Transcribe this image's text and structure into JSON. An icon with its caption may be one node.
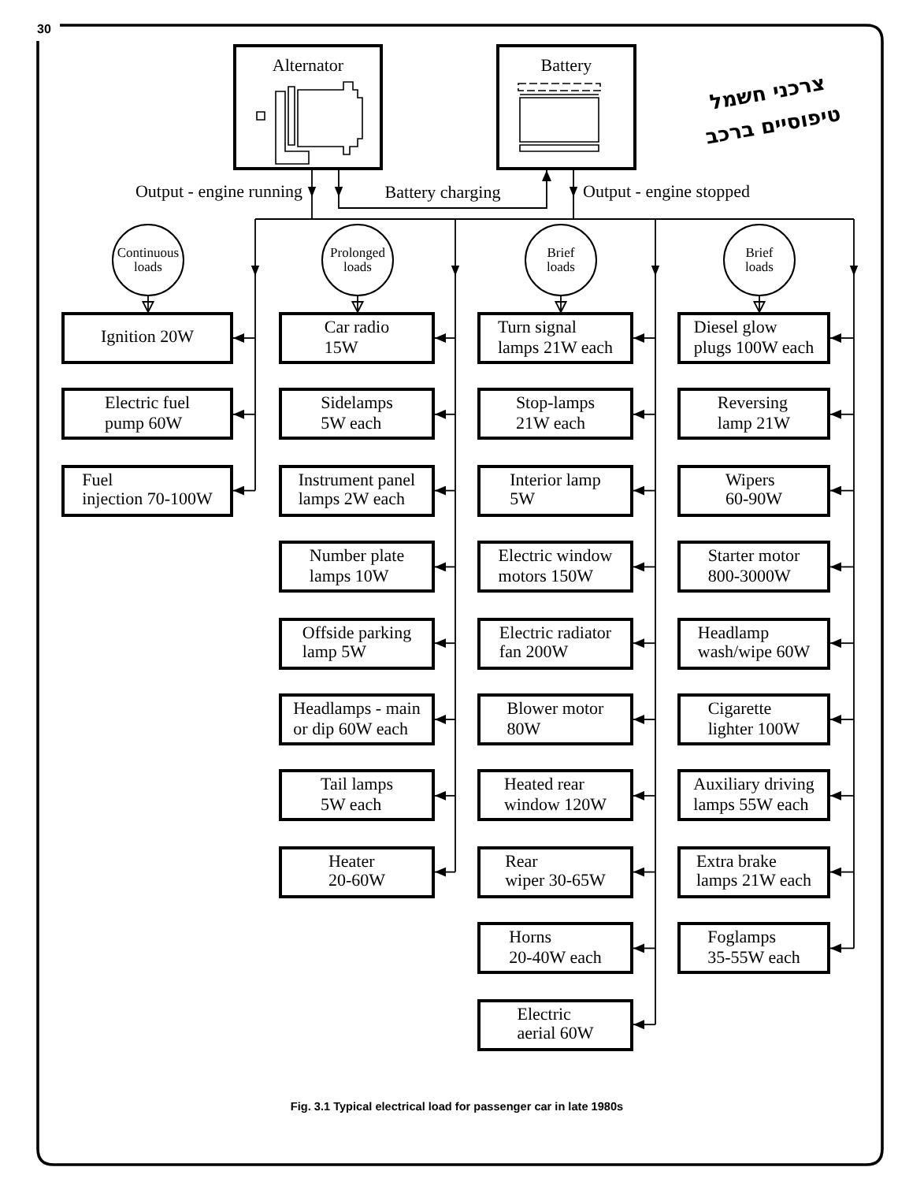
{
  "diagram": {
    "title": "צרכני חשמל טיפוסיים ברכב",
    "caption": "Fig. 3.1 Typical electrical load for passenger car in late 1980s",
    "nodes": [
      {
        "text": [
          "Alternator"
        ]
      },
      {
        "text": [
          "Battery"
        ]
      },
      {
        "text": [
          "Continuous loads"
        ]
      },
      {
        "text": [
          "Prolonged loads"
        ]
      },
      {
        "text": [
          "Brief loads"
        ]
      },
      {
        "text": [
          "Brief loads"
        ]
      },
      {
        "text": [
          "Ignition 20W"
        ]
      },
      {
        "text": [
          "Electric fuel pump 60W"
        ]
      },
      {
        "text": [
          "Fuel injection 70-100W"
        ]
      },
      {
        "text": [
          "Car radio 15W"
        ]
      },
      {
        "text": [
          "Sidelamps 5W each"
        ]
      },
      {
        "text": [
          "Instrument panel lamps 2W each"
        ]
      },
      {
        "text": [
          "Number plate lamps 10W"
        ]
      },
      {
        "text": [
          "Offside parking lamp 5W"
        ]
      },
      {
        "text": [
          "Headlamps - main or dip 60W each"
        ]
      },
      {
        "text": [
          "Tail lamps 5W each"
        ]
      },
      {
        "text": [
          "Heater 20-60W"
        ]
      },
      {
        "text": [
          "Turn signal lamps 21W each"
        ]
      },
      {
        "text": [
          "Stop-lamps 21W each"
        ]
      },
      {
        "text": [
          "Interior lamp 5W"
        ]
      },
      {
        "text": [
          "Electric window motors 150W"
        ]
      },
      {
        "text": [
          "Electric radiator fan 200W"
        ]
      },
      {
        "text": [
          "Blower motor 80W"
        ]
      },
      {
        "text": [
          "Heated rear window 120W"
        ]
      },
      {
        "text": [
          "Rear wiper 30-65W"
        ]
      },
      {
        "text": [
          "Horns 20-40W each"
        ]
      },
      {
        "text": [
          "Electric aerial 60W"
        ]
      },
      {
        "text": [
          "Diesel glow plugs 100W each"
        ]
      },
      {
        "text": [
          "Reversing lamp 21W"
        ]
      },
      {
        "text": [
          "Wipers 60-90W"
        ]
      },
      {
        "text": [
          "Starter motor 800-3000W"
        ]
      },
      {
        "text": [
          "Headlamp wash/wipe 60W"
        ]
      },
      {
        "text": [
          "Cigarette lighter 100W"
        ]
      },
      {
        "text": [
          "Auxiliary driving lamps 55W each"
        ]
      },
      {
        "text": [
          "Extra brake lamps 21W each"
        ]
      },
      {
        "text": [
          "Foglamps 35-55W each"
        ]
      }
    ],
    "edges": [
      {
        "from": 0,
        "to": 1,
        "arrow": "to",
        "label": "Battery charging"
      },
      {
        "from": 0,
        "to": 6,
        "arrow": "to"
      },
      {
        "from": 0,
        "to": 7,
        "arrow": "to"
      },
      {
        "from": 0,
        "to": 8,
        "arrow": "to"
      },
      {
        "from": 0,
        "to": 9,
        "arrow": "to"
      },
      {
        "from": 0,
        "to": 10,
        "arrow": "to"
      },
      {
        "from": 0,
        "to": 11,
        "arrow": "to"
      },
      {
        "from": 0,
        "to": 12,
        "arrow": "to"
      },
      {
        "from": 0,
        "to": 13,
        "arrow": "to"
      },
      {
        "from": 0,
        "to": 14,
        "arrow": "to"
      },
      {
        "from": 0,
        "to": 15,
        "arrow": "to"
      },
      {
        "from": 0,
        "to": 16,
        "arrow": "to"
      },
      {
        "from": 0,
        "to": 17,
        "arrow": "to"
      },
      {
        "from": 0,
        "to": 18,
        "arrow": "to"
      },
      {
        "from": 0,
        "to": 19,
        "arrow": "to"
      },
      {
        "from": 0,
        "to": 20,
        "arrow": "to"
      },
      {
        "from": 0,
        "to": 21,
        "arrow": "to"
      },
      {
        "from": 0,
        "to": 22,
        "arrow": "to"
      },
      {
        "from": 0,
        "to": 23,
        "arrow": "to"
      },
      {
        "from": 0,
        "to": 24,
        "arrow": "to"
      },
      {
        "from": 0,
        "to": 25,
        "arrow": "to"
      },
      {
        "from": 0,
        "to": 26,
        "arrow": "to"
      },
      {
        "from": 0,
        "to": 27,
        "arrow": "to"
      },
      {
        "from": 0,
        "to": 28,
        "arrow": "to"
      },
      {
        "from": 0,
        "to": 29,
        "arrow": "to"
      },
      {
        "from": 0,
        "to": 30,
        "arrow": "to"
      },
      {
        "from": 0,
        "to": 31,
        "arrow": "to"
      },
      {
        "from": 0,
        "to": 32,
        "arrow": "to"
      },
      {
        "from": 0,
        "to": 33,
        "arrow": "to"
      },
      {
        "from": 0,
        "to": 34,
        "arrow": "to"
      },
      {
        "from": 0,
        "to": 35,
        "arrow": "to"
      },
      {
        "from": 1,
        "to": 6,
        "arrow": "to"
      },
      {
        "from": 1,
        "to": 7,
        "arrow": "to"
      },
      {
        "from": 1,
        "to": 8,
        "arrow": "to"
      },
      {
        "from": 1,
        "to": 9,
        "arrow": "to"
      },
      {
        "from": 1,
        "to": 10,
        "arrow": "to"
      },
      {
        "from": 1,
        "to": 11,
        "arrow": "to"
      },
      {
        "from": 1,
        "to": 12,
        "arrow": "to"
      },
      {
        "from": 1,
        "to": 13,
        "arrow": "to"
      },
      {
        "from": 1,
        "to": 14,
        "arrow": "to"
      },
      {
        "from": 1,
        "to": 15,
        "arrow": "to"
      },
      {
        "from": 1,
        "to": 16,
        "arrow": "to"
      },
      {
        "from": 1,
        "to": 17,
        "arrow": "to"
      },
      {
        "from": 1,
        "to": 18,
        "arrow": "to"
      },
      {
        "from": 1,
        "to": 19,
        "arrow": "to"
      },
      {
        "from": 1,
        "to": 20,
        "arrow": "to"
      },
      {
        "from": 1,
        "to": 21,
        "arrow": "to"
      },
      {
        "from": 1,
        "to": 22,
        "arrow": "to"
      },
      {
        "from": 1,
        "to": 23,
        "arrow": "to"
      },
      {
        "from": 1,
        "to": 24,
        "arrow": "to"
      },
      {
        "from": 1,
        "to": 25,
        "arrow": "to"
      },
      {
        "from": 1,
        "to": 26,
        "arrow": "to"
      },
      {
        "from": 1,
        "to": 27,
        "arrow": "to"
      },
      {
        "from": 1,
        "to": 28,
        "arrow": "to"
      },
      {
        "from": 1,
        "to": 29,
        "arrow": "to"
      },
      {
        "from": 1,
        "to": 30,
        "arrow": "to"
      },
      {
        "from": 1,
        "to": 31,
        "arrow": "to"
      },
      {
        "from": 1,
        "to": 32,
        "arrow": "to"
      },
      {
        "from": 1,
        "to": 33,
        "arrow": "to"
      },
      {
        "from": 1,
        "to": 34,
        "arrow": "to"
      },
      {
        "from": 1,
        "to": 35,
        "arrow": "to"
      },
      {
        "from": 2,
        "to": 6,
        "arrow": "to"
      },
      {
        "from": 3,
        "to": 9,
        "arrow": "to"
      },
      {
        "from": 4,
        "to": 17,
        "arrow": "to"
      },
      {
        "from": 5,
        "to": 27,
        "arrow": "to"
      }
    ],
    "labels": [
      "30",
      "Output - engine running",
      "Output - engine stopped"
    ]
  }
}
